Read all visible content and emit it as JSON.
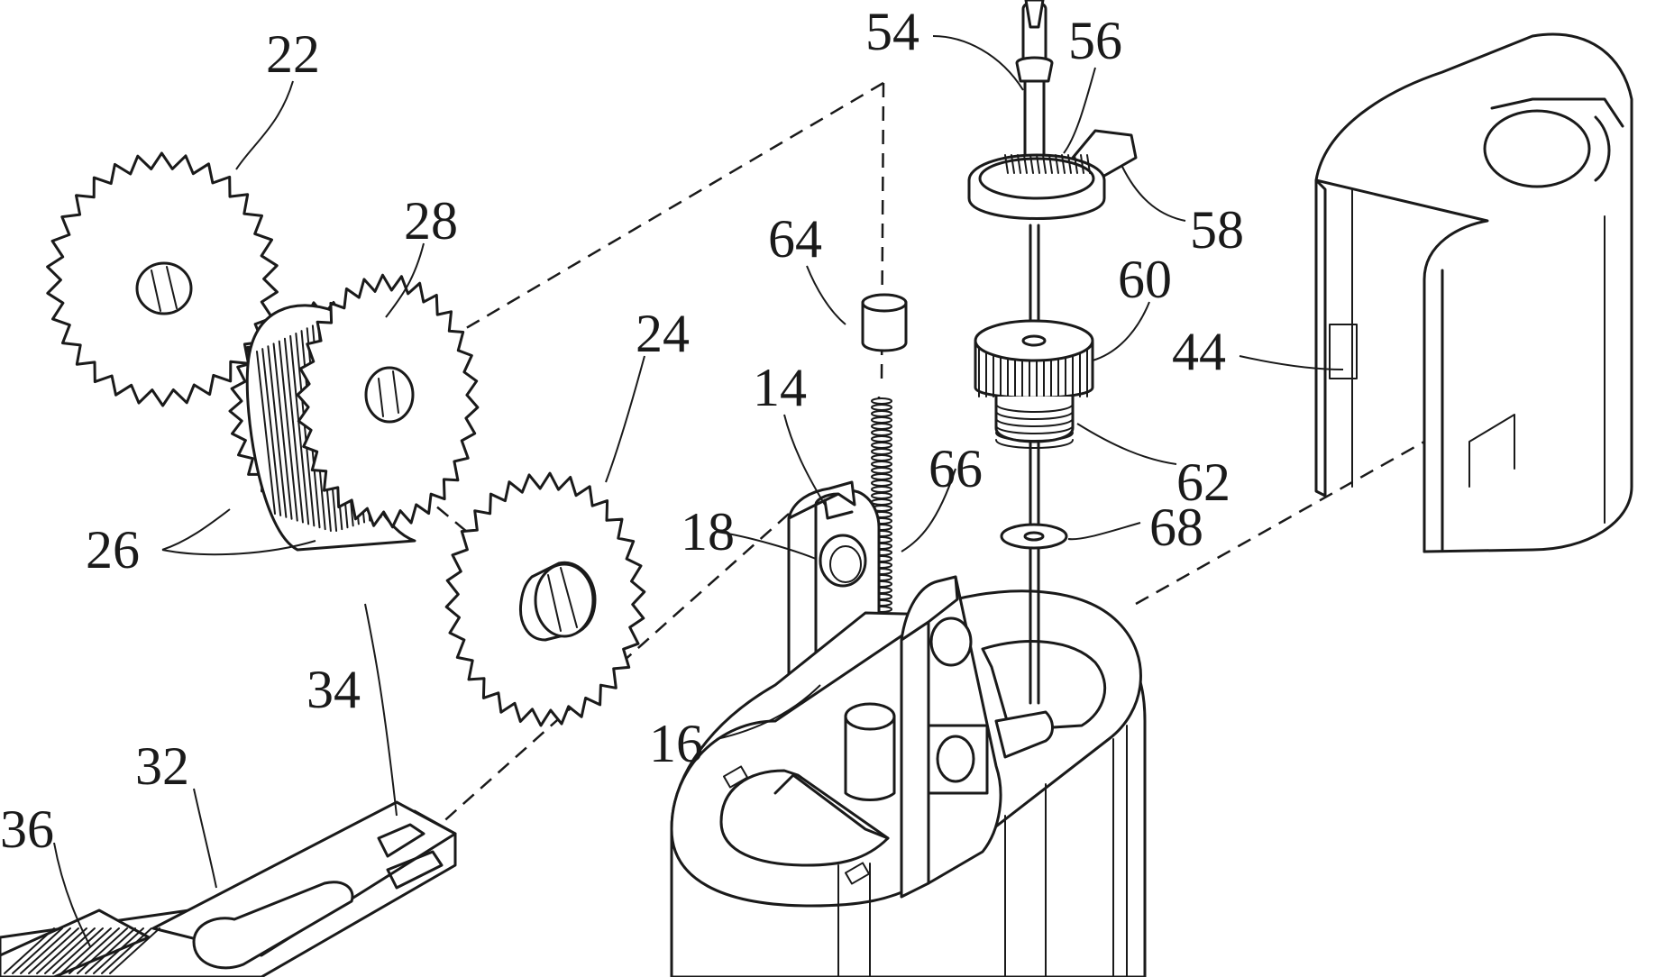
{
  "figure": {
    "background": "#ffffff",
    "ink": "#1a1a1a"
  },
  "labels": {
    "l22": "22",
    "l28": "28",
    "l24": "24",
    "l26": "26",
    "l64": "64",
    "l14": "14",
    "l18": "18",
    "l66": "66",
    "l16": "16",
    "l34": "34",
    "l32": "32",
    "l36": "36",
    "l54": "54",
    "l56": "56",
    "l58": "58",
    "l60": "60",
    "l62": "62",
    "l44": "44",
    "l68": "68"
  }
}
